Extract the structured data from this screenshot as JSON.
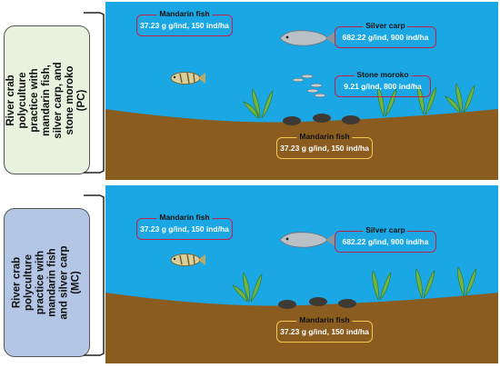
{
  "panels": [
    {
      "label": "River crab polyculture practice with mandarin fish, silver carp, and stone moroko (PC)",
      "callouts": {
        "mandarin_top": {
          "title": "Mandarin fish",
          "value": "37.23 g g/ind, 150 ind/ha"
        },
        "silver_carp": {
          "title": "Silver carp",
          "value": "682.22 g/ind, 900 ind/ha"
        },
        "stone_moroko": {
          "title": "Stone moroko",
          "value": "9.21 g/ind, 800 ind/ha"
        },
        "mandarin_bottom": {
          "title": "Mandarin fish",
          "value": "37.23 g g/ind, 150 ind/ha"
        }
      }
    },
    {
      "label": "River crab polyculture practice with mandarin fish and silver carp (MC)",
      "callouts": {
        "mandarin_top": {
          "title": "Mandarin fish",
          "value": "37.23 g g/ind, 150 ind/ha"
        },
        "silver_carp": {
          "title": "Silver carp",
          "value": "682.22 g/ind, 900 ind/ha"
        },
        "mandarin_bottom": {
          "title": "Mandarin fish",
          "value": "37.23 g g/ind, 150 ind/ha"
        }
      }
    }
  ],
  "colors": {
    "water": "#1ba7e3",
    "sediment": "#8a5c1f",
    "label_pc_fill": "#e8f3df",
    "label_mc_fill": "#b3c6e6",
    "callout_red": "#c0214a",
    "callout_yellow": "#f2c94c",
    "plant": "#6fb545"
  },
  "icons": [
    "mandarin-fish-icon",
    "silver-carp-icon",
    "stone-moroko-icon",
    "river-crab-icon",
    "aquatic-plant-icon"
  ]
}
